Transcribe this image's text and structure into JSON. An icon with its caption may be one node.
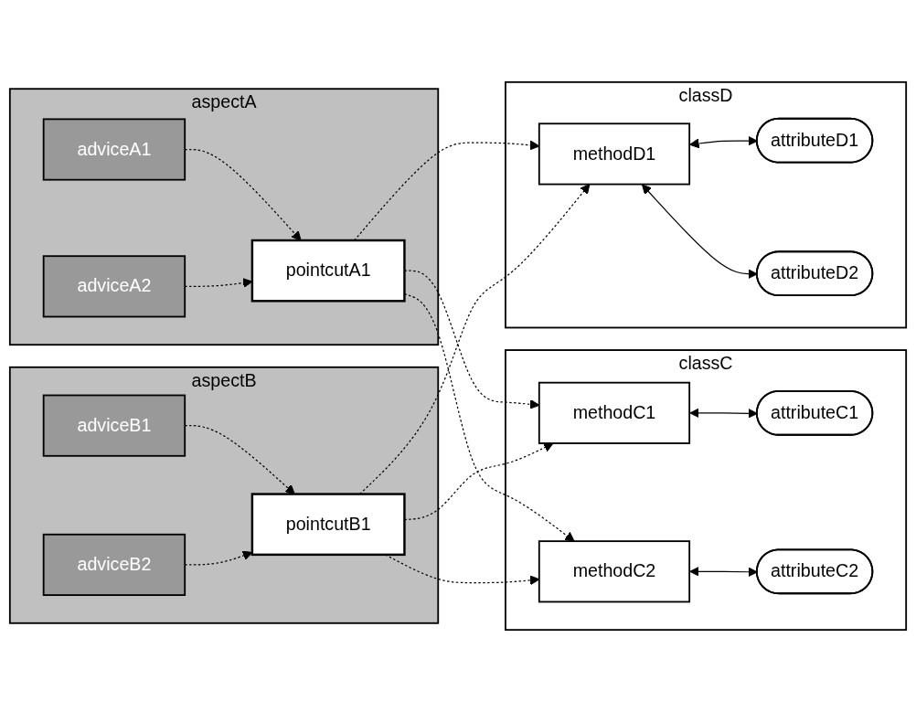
{
  "diagram": {
    "nodes": [
      {
        "text": [
          "aspectA"
        ]
      },
      {
        "text": [
          "pointcutA1"
        ],
        "in": 0
      },
      {
        "text": [
          "adviceA1"
        ],
        "in": 0
      },
      {
        "text": [
          "adviceA2"
        ],
        "in": 0
      },
      {
        "text": [
          "classC"
        ]
      },
      {
        "text": [
          "attributeC1"
        ],
        "in": 4
      },
      {
        "text": [
          "attributeC2"
        ],
        "in": 4
      },
      {
        "text": [
          "methodC1"
        ],
        "in": 4
      },
      {
        "text": [
          "methodC2"
        ],
        "in": 4
      },
      {
        "text": [
          "aspectB"
        ]
      },
      {
        "text": [
          "pointcutB1"
        ],
        "in": 9
      },
      {
        "text": [
          "adviceB1"
        ],
        "in": 9
      },
      {
        "text": [
          "adviceB2"
        ],
        "in": 9
      },
      {
        "text": [
          "classD"
        ]
      },
      {
        "text": [
          "attributeD1"
        ],
        "in": 13
      },
      {
        "text": [
          "attributeD2"
        ],
        "in": 13
      },
      {
        "text": [
          "methodD1"
        ],
        "in": 13
      }
    ],
    "edges": [
      {
        "from": 2,
        "to": 1,
        "arrow": "to",
        "style": "dashed"
      },
      {
        "from": 3,
        "to": 1,
        "arrow": "to",
        "style": "dashed"
      },
      {
        "from": 11,
        "to": 10,
        "arrow": "to",
        "style": "dashed"
      },
      {
        "from": 12,
        "to": 10,
        "arrow": "to",
        "style": "dashed"
      },
      {
        "from": 1,
        "to": 7,
        "arrow": "to",
        "style": "dashed"
      },
      {
        "from": 1,
        "to": 8,
        "arrow": "to",
        "style": "dashed"
      },
      {
        "from": 1,
        "to": 16,
        "arrow": "to",
        "style": "dashed"
      },
      {
        "from": 10,
        "to": 7,
        "arrow": "to",
        "style": "dashed"
      },
      {
        "from": 10,
        "to": 8,
        "arrow": "to",
        "style": "dashed"
      },
      {
        "from": 10,
        "to": 16,
        "arrow": "to",
        "style": "dashed"
      },
      {
        "from": 7,
        "to": 5,
        "arrow": "both"
      },
      {
        "from": 8,
        "to": 6,
        "arrow": "both"
      },
      {
        "from": 16,
        "to": 14,
        "arrow": "both"
      },
      {
        "from": 16,
        "to": 15,
        "arrow": "both"
      }
    ]
  }
}
